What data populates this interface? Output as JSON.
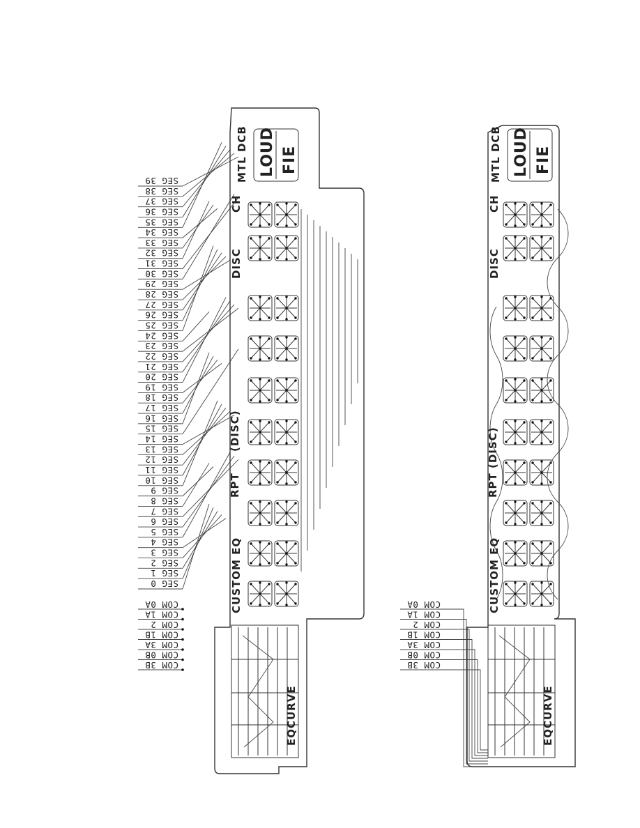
{
  "left_panel": {
    "seg_labels": [
      "SEG 0",
      "SEG 1",
      "SEG 2",
      "SEG 3",
      "SEG 4",
      "SEG 5",
      "SEG 6",
      "SEG 7",
      "SEG 8",
      "SEG 9",
      "SEG 10",
      "SEG 11",
      "SEG 12",
      "SEG 13",
      "SEG 14",
      "SEG 15",
      "SEG 16",
      "SEG 17",
      "SEG 18",
      "SEG 19",
      "SEG 20",
      "SEG 21",
      "SEG 22",
      "SEG 23",
      "SEG 24",
      "SEG 25",
      "SEG 26",
      "SEG 27",
      "SEG 28",
      "SEG 29",
      "SEG 30",
      "SEG 31",
      "SEG 32",
      "SEG 33",
      "SEG 34",
      "SEG 35",
      "SEG 36",
      "SEG 37",
      "SEG 38",
      "SEG 39"
    ],
    "com_labels": [
      "COM 0A",
      "COM 1A",
      "COM 2",
      "COM 1B",
      "COM 3A",
      "COM 0B",
      "COM 3B"
    ]
  },
  "right_panel": {
    "com_labels": [
      "COM 0A",
      "COM 1A",
      "COM 2",
      "COM 1B",
      "COM 3A",
      "COM 0B",
      "COM 3B"
    ]
  },
  "display_annotations": {
    "custom_eq": "CUSTOM EQ",
    "rpt": "RPT",
    "rpt_disc": "RPT (DISC)",
    "disc_paren": "(DISC)",
    "disc": "DISC",
    "ch": "CH",
    "mtl_dcb": "MTL DCB",
    "loud": "LOUD",
    "fie": "FIE",
    "eq_curve": "EQCURVE"
  }
}
